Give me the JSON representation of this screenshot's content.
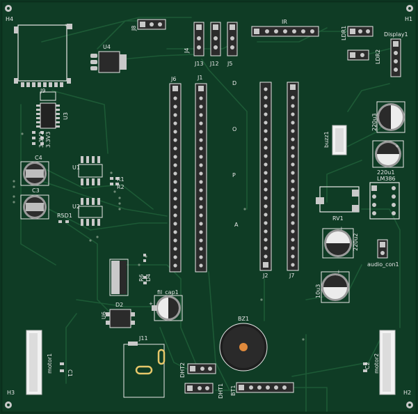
{
  "board": {
    "colors": {
      "substrate": "#0f3c25",
      "trace": "#1d5a36",
      "pad": "#c9c9c9",
      "header": "#2b2b2b",
      "silk": "#e8e8e8",
      "buzzer_center": "#e08a3c"
    }
  },
  "mount_holes": {
    "h1": "H1",
    "h2": "H2",
    "h3": "H3",
    "h4": "H4"
  },
  "labels": {
    "j8": "J8",
    "u4": "U4",
    "j4": "J4",
    "j13": "J13",
    "j12": "J12",
    "j5": "J5",
    "ir": "IR",
    "ldr1": "LDR1",
    "ldr2": "LDR2",
    "display1": "Display1",
    "j9": "J9",
    "u3": "U3",
    "v33_1": "3.3V2",
    "v33_2": "3.3V3",
    "j6": "J6",
    "j1": "J1",
    "d_letter": "D",
    "o_letter": "O",
    "p_letter": "P",
    "a_letter": "A",
    "c4": "C4",
    "u1": "U1",
    "r1": "R1",
    "r2": "R2",
    "c3": "C3",
    "r5d1": "R5D1",
    "u2": "U2",
    "cap_220u3": "220u3",
    "buzz1": "buzz1",
    "cap_220u1": "220u1",
    "lm386": "LM386",
    "rv1": "RV1",
    "cap_220u2": "220u2",
    "audio_con1": "audio_con1",
    "cap_10u3": "10u3",
    "j2": "J2",
    "j7": "J7",
    "r6": "R6",
    "d4": "D4",
    "fil_cap1": "fil_cap1",
    "u6": "U6",
    "d2": "D2",
    "j11": "J11",
    "bz1": "BZ1",
    "dht2": "DHT2",
    "dht1": "DHT1",
    "bt1": "BT1",
    "motor1": "motor1",
    "c1": "C1",
    "c2": "C2",
    "motor2": "motor2"
  }
}
